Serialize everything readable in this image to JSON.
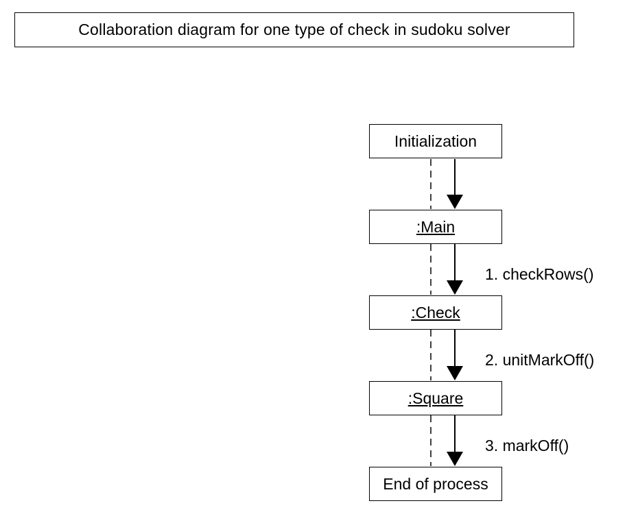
{
  "title": "Collaboration diagram for one type of check in sudoku solver",
  "nodes": {
    "initialization": "Initialization",
    "main": ":Main",
    "check": ":Check",
    "square": ":Square",
    "end": "End of process"
  },
  "messages": {
    "m1": "1. checkRows()",
    "m2": "2. unitMarkOff()",
    "m3": "3. markOff()"
  },
  "colors": {
    "stroke": "#000000",
    "background": "#ffffff"
  }
}
